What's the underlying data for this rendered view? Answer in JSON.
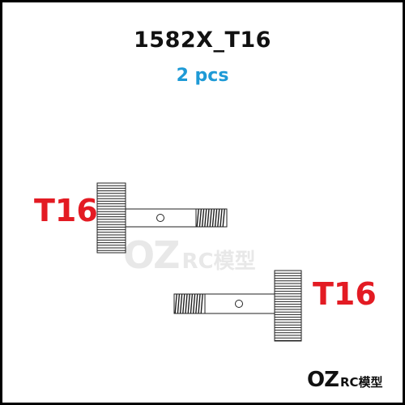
{
  "product": {
    "title": "1582X_T16",
    "quantity": "2 pcs"
  },
  "parts": [
    {
      "label": "T16"
    },
    {
      "label": "T16"
    }
  ],
  "watermark": {
    "brand": "OZ",
    "suffix": "RC模型"
  },
  "logo": {
    "brand": "OZ",
    "suffix": "RC模型"
  },
  "colors": {
    "title": "#111111",
    "quantity": "#1e9ad6",
    "part_label": "#e31b23",
    "line": "#222222"
  }
}
